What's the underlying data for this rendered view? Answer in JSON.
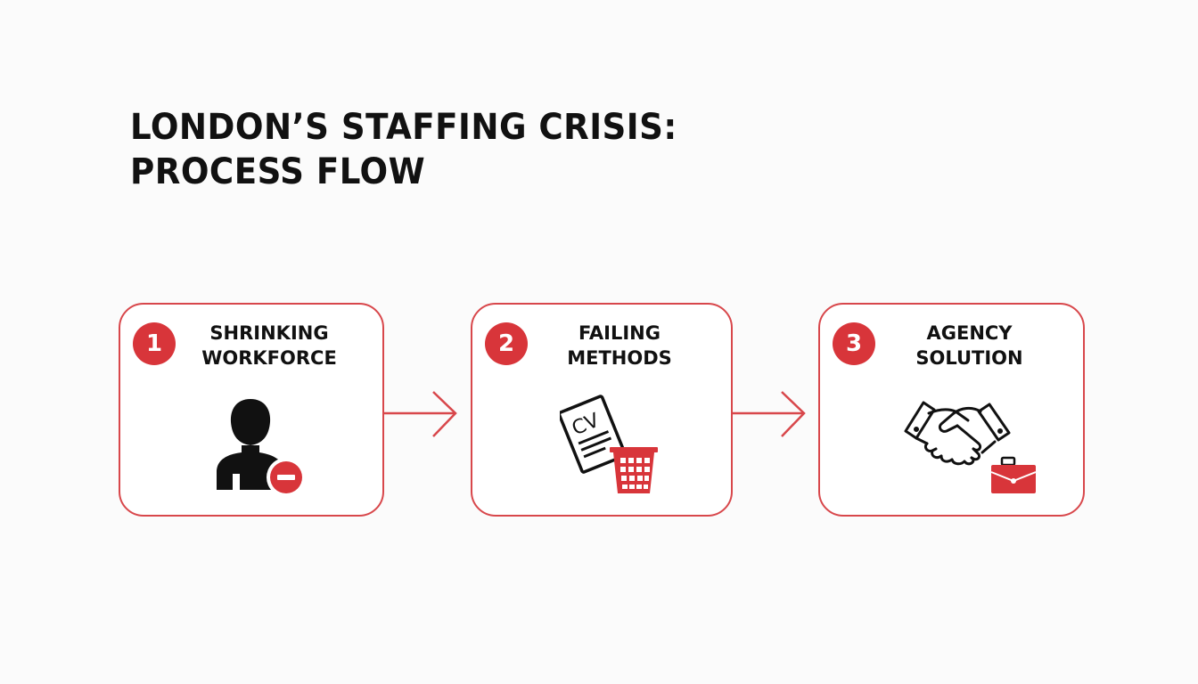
{
  "title": {
    "line1": "LONDON’S STAFFING CRISIS:",
    "line2": "PROCESS FLOW"
  },
  "colors": {
    "accent": "#d8353a",
    "border": "#d8474b",
    "text": "#111111",
    "background": "#fbfbfb"
  },
  "steps": [
    {
      "number": "1",
      "title_line1": "SHRINKING",
      "title_line2": "WORKFORCE",
      "icon": "person-minus-icon"
    },
    {
      "number": "2",
      "title_line1": "FAILING",
      "title_line2": "METHODS",
      "icon": "cv-in-trash-icon"
    },
    {
      "number": "3",
      "title_line1": "AGENCY",
      "title_line2": "SOLUTION",
      "icon": "handshake-briefcase-icon"
    }
  ],
  "connectors": [
    "arrow-right",
    "arrow-right"
  ]
}
